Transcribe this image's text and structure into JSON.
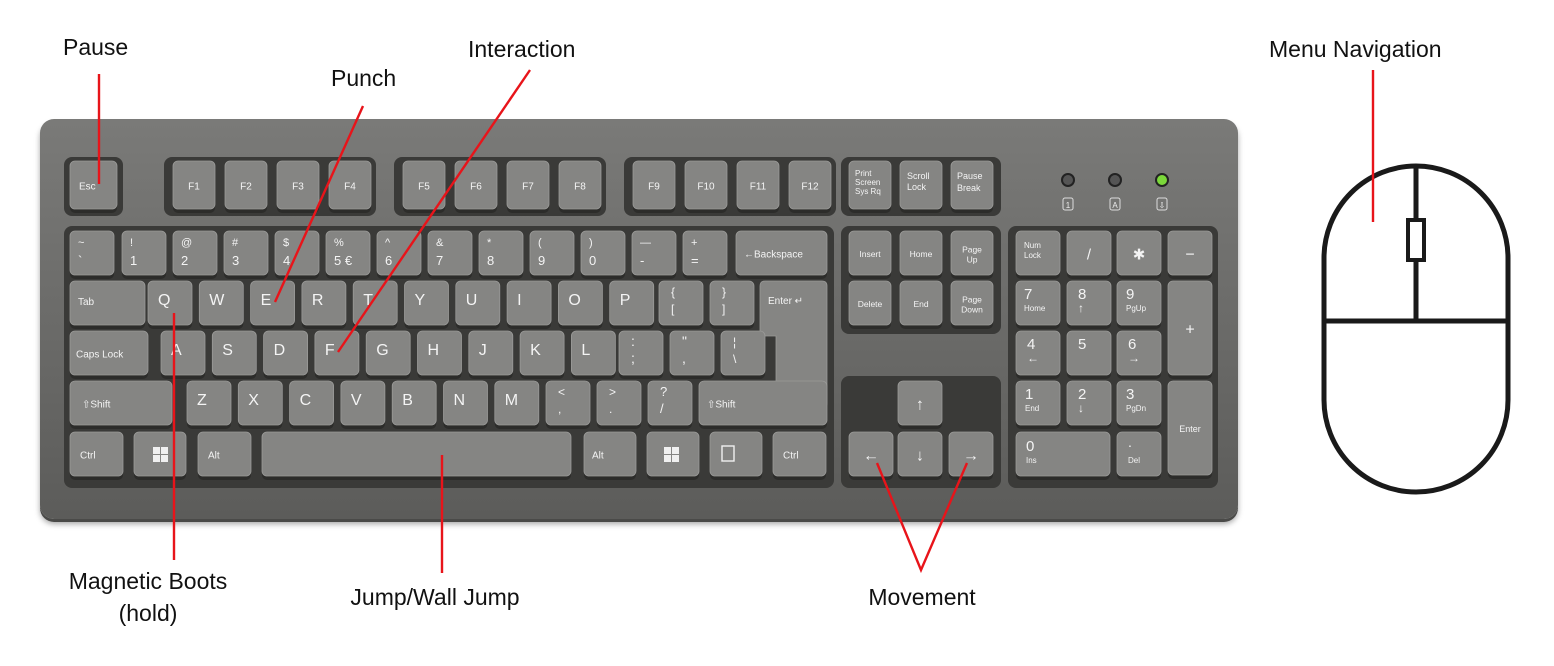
{
  "callouts": {
    "pause": "Pause",
    "punch": "Punch",
    "interaction": "Interaction",
    "menu_navigation": "Menu Navigation",
    "magnetic_boots_line1": "Magnetic Boots",
    "magnetic_boots_line2": "(hold)",
    "jump": "Jump/Wall Jump",
    "movement": "Movement"
  },
  "colors": {
    "callout_line": "#e8141a",
    "key_face": "#858583",
    "key_well": "#3a3a38",
    "key_text": "#f4f4f4",
    "led_off": "#555555",
    "led_on": "#7bd83a"
  },
  "keys": {
    "esc": "Esc",
    "f1": "F1",
    "f2": "F2",
    "f3": "F3",
    "f4": "F4",
    "f5": "F5",
    "f6": "F6",
    "f7": "F7",
    "f8": "F8",
    "f9": "F9",
    "f10": "F10",
    "f11": "F11",
    "f12": "F12",
    "print_screen": [
      "Print",
      "Screen",
      "Sys Rq"
    ],
    "scroll_lock": [
      "Scroll",
      "Lock"
    ],
    "pause_break": [
      "Pause",
      "Break"
    ],
    "number_row": [
      [
        "~",
        "`"
      ],
      [
        "!",
        "1"
      ],
      [
        "@",
        "2"
      ],
      [
        "#",
        "3"
      ],
      [
        "$",
        "4"
      ],
      [
        "%",
        "5 €"
      ],
      [
        "^",
        "6"
      ],
      [
        "&",
        "7"
      ],
      [
        "*",
        "8"
      ],
      [
        "(",
        "9"
      ],
      [
        ")",
        "0"
      ],
      [
        "—",
        "-"
      ],
      [
        "+",
        "="
      ]
    ],
    "backspace": "←Backspace",
    "tab": "Tab",
    "qwerty_row": [
      "Q",
      "W",
      "E",
      "R",
      "T",
      "Y",
      "U",
      "I",
      "O",
      "P"
    ],
    "bracket_open": [
      "{",
      "["
    ],
    "bracket_close": [
      "}",
      "]"
    ],
    "enter": "Enter",
    "caps_lock": "Caps Lock",
    "home_row": [
      "A",
      "S",
      "D",
      "F",
      "G",
      "H",
      "J",
      "K",
      "L"
    ],
    "semicolon": [
      ":",
      ";"
    ],
    "quote": [
      "\"",
      ","
    ],
    "backslash": [
      "¦",
      "\\"
    ],
    "shift_left": "⇧Shift",
    "bottom_row": [
      "Z",
      "X",
      "C",
      "V",
      "B",
      "N",
      "M"
    ],
    "comma": [
      "<",
      ","
    ],
    "period": [
      ">",
      "."
    ],
    "slash": [
      "?",
      "/"
    ],
    "shift_right": "⇧Shift",
    "ctrl_left": "Ctrl",
    "alt_left": "Alt",
    "alt_right": "Alt",
    "ctrl_right": "Ctrl",
    "insert": "Insert",
    "home": "Home",
    "page_up": [
      "Page",
      "Up"
    ],
    "delete": "Delete",
    "end": "End",
    "page_down": [
      "Page",
      "Down"
    ],
    "arrow_up": "↑",
    "arrow_left": "←",
    "arrow_down": "↓",
    "arrow_right": "→",
    "num_lock": [
      "Num",
      "Lock"
    ],
    "num_divide": "/",
    "num_multiply": "✱",
    "num_minus": "−",
    "num7": [
      "7",
      "Home"
    ],
    "num8": [
      "8",
      "↑"
    ],
    "num9": [
      "9",
      "PgUp"
    ],
    "num_plus": "+",
    "num4": [
      "4",
      "←"
    ],
    "num5": [
      "5",
      ""
    ],
    "num6": [
      "6",
      "→"
    ],
    "num1": [
      "1",
      "End"
    ],
    "num2": [
      "2",
      "↓"
    ],
    "num3": [
      "3",
      "PgDn"
    ],
    "num_enter": "Enter",
    "num0": [
      "0",
      "Ins"
    ],
    "num_decimal": [
      ".",
      "Del"
    ],
    "led_icons": [
      "1",
      "A",
      "⇩"
    ]
  }
}
